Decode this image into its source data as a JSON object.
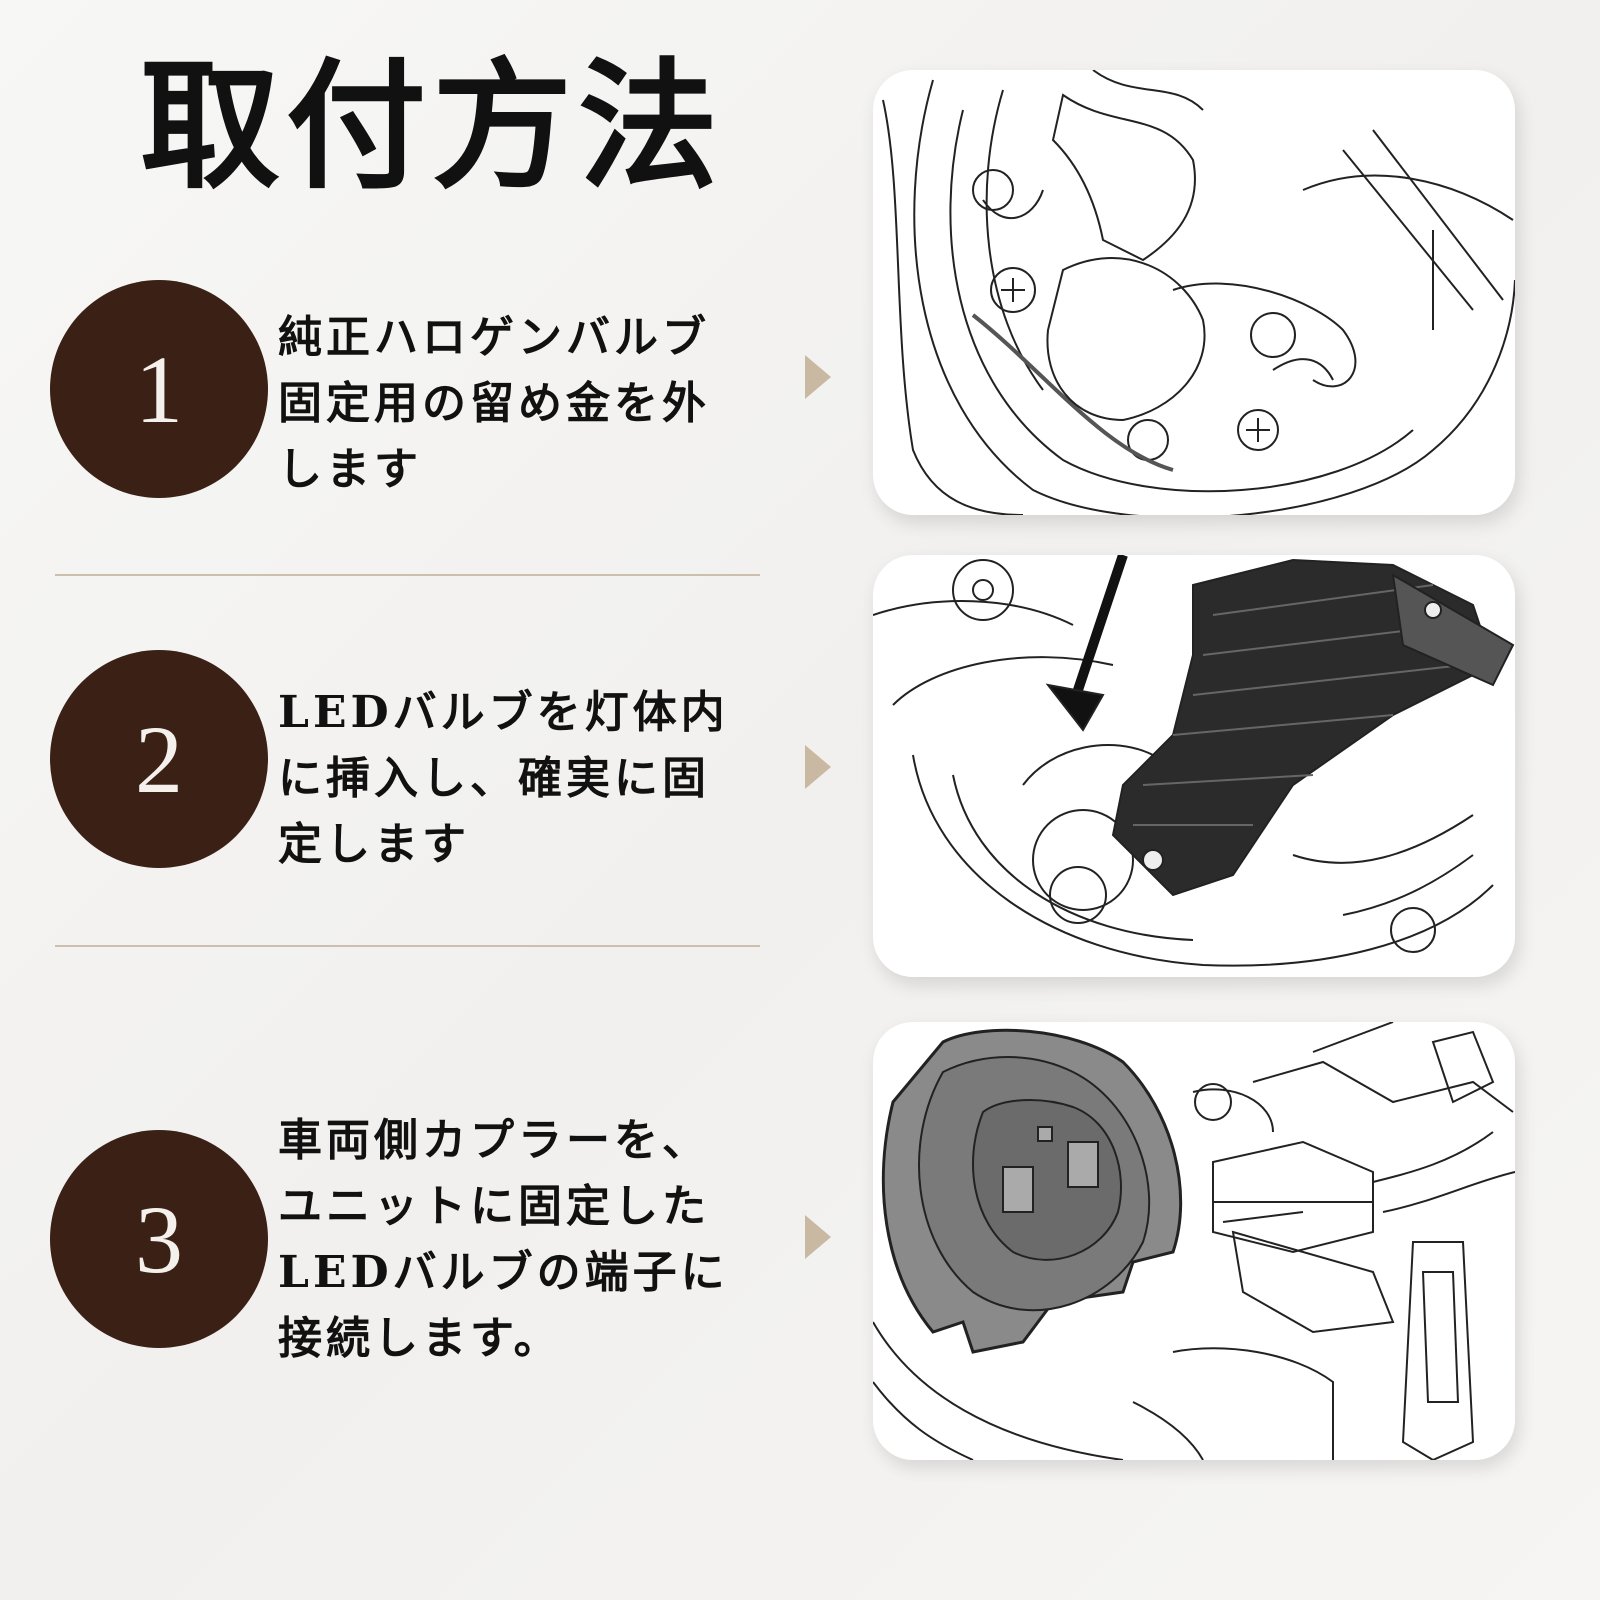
{
  "title": "取付方法",
  "steps": [
    {
      "number": "1",
      "text": "純正ハロゲンバルブ\n固定用の留め金を外\nします"
    },
    {
      "number": "2",
      "text": "LEDバルブを灯体内\nに挿入し、確実に固\n定します"
    },
    {
      "number": "3",
      "text": "車両側カプラーを、\nユニットに固定した\nLEDバルブの端子に\n接続します。"
    }
  ],
  "colors": {
    "badge": "#3a2015",
    "arrow": "#c9b9a3",
    "divider": "#cbbfb0"
  },
  "illustrations": [
    "bulb-clip-illustration",
    "led-insert-illustration",
    "coupler-connect-illustration"
  ]
}
